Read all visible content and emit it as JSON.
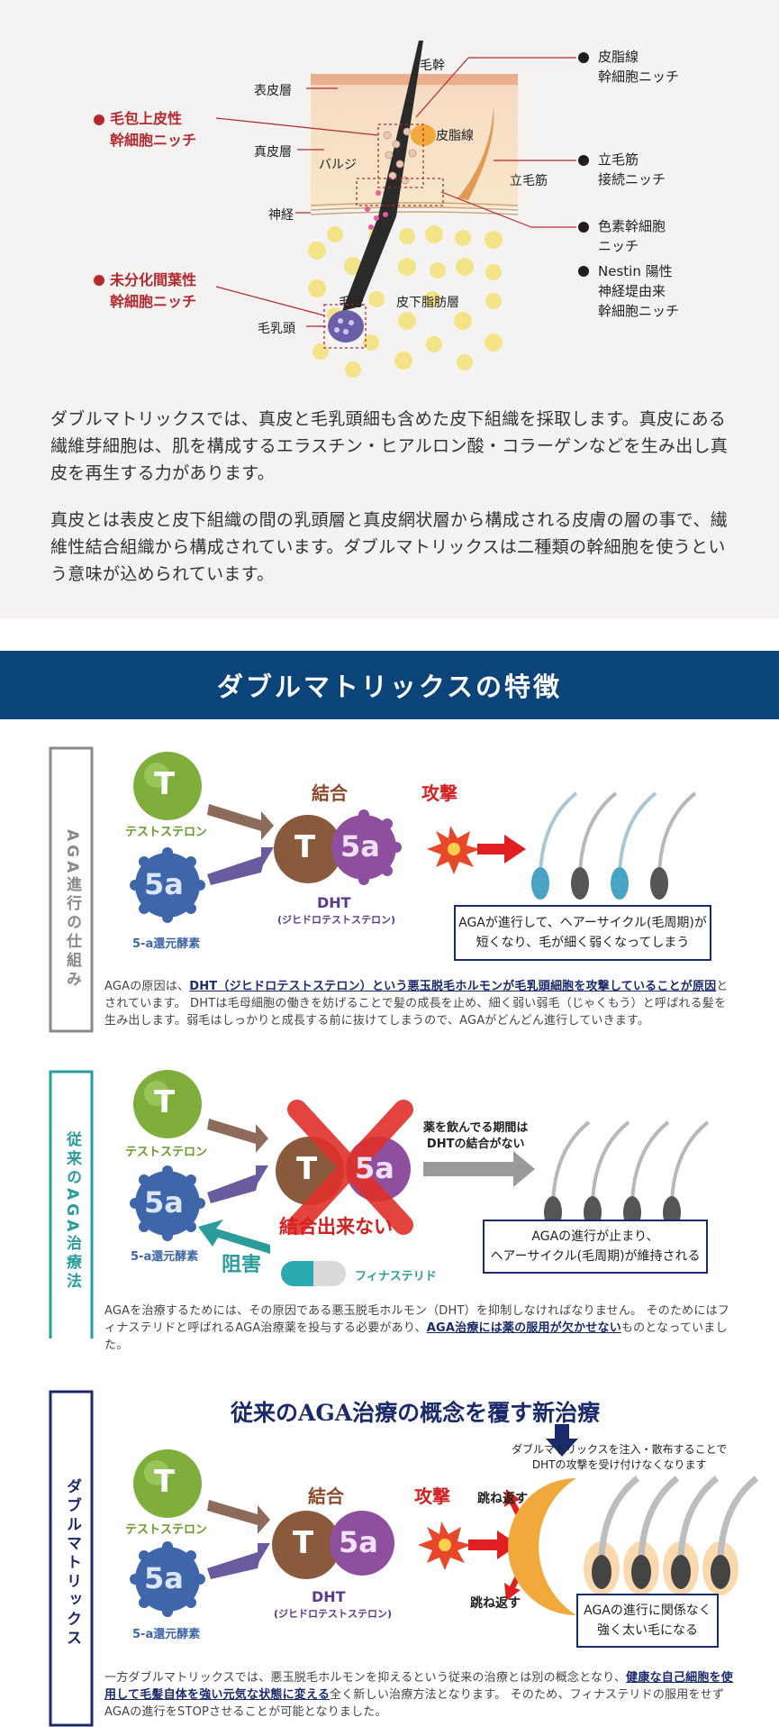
{
  "diagram": {
    "left_labels": [
      "表皮層",
      "真皮層",
      "神経",
      "毛乳頭"
    ],
    "inner_labels": [
      "毛幹",
      "皮脂線",
      "バルジ",
      "立毛筋",
      "毛母",
      "皮下脂肪層"
    ],
    "niche_red_1": [
      "毛包上皮性",
      "幹細胞ニッチ"
    ],
    "niche_red_2": [
      "未分化間葉性",
      "幹細胞ニッチ"
    ],
    "niche_right_1": [
      "皮脂線",
      "幹細胞ニッチ"
    ],
    "niche_right_2": [
      "立毛筋",
      "接続ニッチ"
    ],
    "niche_right_3": [
      "色素幹細胞",
      "ニッチ"
    ],
    "niche_right_4": [
      "Nestin 陽性",
      "神経堤由来",
      "幹細胞ニッチ"
    ]
  },
  "intro": {
    "p1": "ダブルマトリックスでは、真皮と毛乳頭細も含めた皮下組織を採取します。真皮にある繊維芽細胞は、肌を構成するエラスチン・ヒアルロン酸・コラーゲンなどを生み出し真皮を再生する力があります。",
    "p2": "真皮とは表皮と皮下組織の間の乳頭層と真皮網状層から構成される皮膚の層の事で、繊維性結合組織から構成されています。ダブルマトリックスは二種類の幹細胞を使うという意味が込められています。"
  },
  "band": {
    "title": "ダブルマトリックスの特徴"
  },
  "panel1": {
    "vertical_label": "AGA進行の仕組み",
    "t_letter": "T",
    "a_letter": "5a",
    "testosterone": "テストステロン",
    "enzyme": "5-a還元酵素",
    "combine": "結合",
    "attack": "攻撃",
    "dht": "DHT",
    "dht_sub": "(ジヒドロテストステロン)",
    "box": [
      "AGAが進行して、ヘアーサイクル(毛周期)が",
      "短くなり、毛が細く弱くなってしまう"
    ],
    "desc_a": "AGAの原因は、",
    "desc_em": "DHT（ジヒドロテストステロン）という悪玉脱毛ホルモンが毛乳頭細胞を攻撃していることが原因",
    "desc_b": "とされています。 DHTは毛母細胞の働きを妨げることで髪の成長を止め、細く弱い弱毛（じゃくもう）と呼ばれる髪を生み出します。弱毛はしっかりと成長する前に抜けてしまうので、AGAがどんどん進行していきます。"
  },
  "panel2": {
    "vertical_label": "従来のAGA治療法",
    "testosterone": "テストステロン",
    "enzyme": "5-a還元酵素",
    "no_combine": "結合出来ない",
    "block": "阻害",
    "finasteride": "フィナステリド",
    "note": [
      "薬を飲んでる期間は",
      "DHTの結合がない"
    ],
    "box": [
      "AGAの進行が止まり、",
      "ヘアーサイクル(毛周期)が維持される"
    ],
    "desc_a": "AGAを治療するためには、その原因である悪玉脱毛ホルモン（DHT）を抑制しなければなりません。 そのためにはフィナステリドと呼ばれるAGA治療薬を投与する必要があり、",
    "desc_em": "AGA治療には薬の服用が欠かせない",
    "desc_b": "ものとなっていました。"
  },
  "panel3": {
    "vertical_label": "ダブルマトリックス",
    "heading": "従来のAGA治療の概念を覆す新治療",
    "testosterone": "テストステロン",
    "enzyme": "5-a還元酵素",
    "combine": "結合",
    "attack": "攻撃",
    "dht": "DHT",
    "dht_sub": "(ジヒドロテストステロン)",
    "bounce_top": "跳ね返す",
    "bounce_bottom": "跳ね返す",
    "note": [
      "ダブルマトリックスを注入・散布することで",
      "DHTの攻撃を受け付けなくなります"
    ],
    "box": [
      "AGAの進行に関係なく",
      "強く太い毛になる"
    ],
    "desc_a": "一方ダブルマトリックスでは、悪玉脱毛ホルモンを抑えるという従来の治療とは別の概念となり、",
    "desc_em": "健康な自己細胞を使用して毛髪自体を強い元気な状態に変える",
    "desc_b": "全く新しい治療方法となります。 そのため、フィナステリドの服用をせずAGAの進行をSTOPさせることが可能となりました。"
  },
  "colors": {
    "band": "#0b4479",
    "accent_red": "#b5292e",
    "navy": "#1b2a6b",
    "teal": "#2b9c9c",
    "gray_label": "#8a8a8a",
    "green": "#7fae3d",
    "blue_molecule": "#3f66a8",
    "purple": "#8e4f9e",
    "brown": "#8a5a3c"
  }
}
